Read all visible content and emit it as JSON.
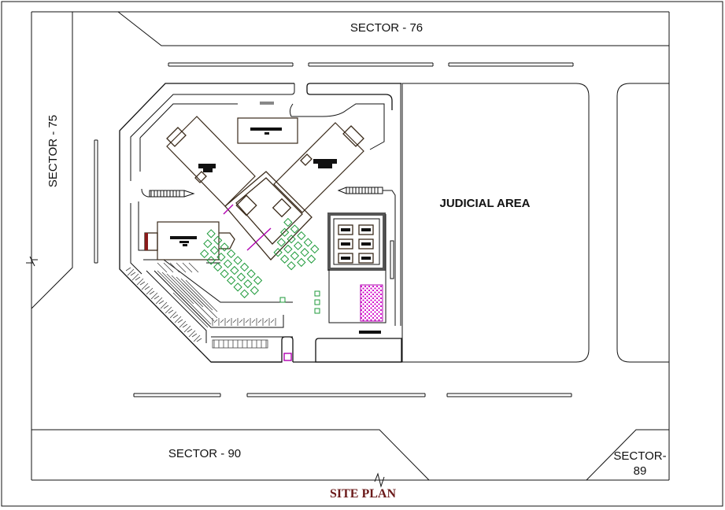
{
  "drawing": {
    "title": "SITE PLAN",
    "labels": {
      "sector_76": "SECTOR - 76",
      "sector_75": "SECTOR - 75",
      "sector_90": "SECTOR - 90",
      "sector_89_line1": "SECTOR-",
      "sector_89_line2": "89",
      "judicial_area": "JUDICIAL AREA"
    }
  },
  "colors": {
    "line": "#111111",
    "building": "#3a2a1a",
    "landscape": "#1e9a3a",
    "highlight": "#b000b0",
    "title": "#6b1a1a"
  }
}
